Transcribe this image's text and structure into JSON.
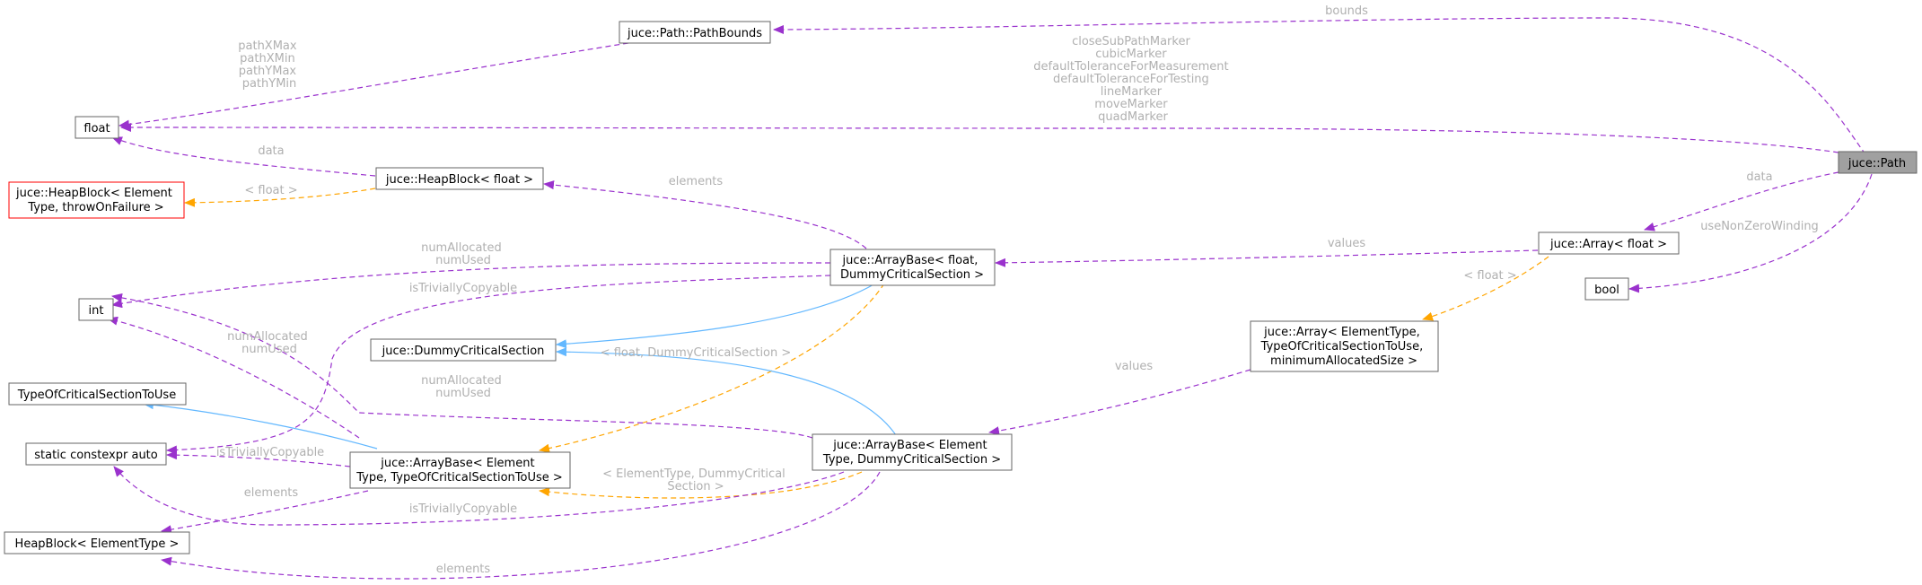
{
  "nodes": {
    "path": [
      "juce::Path"
    ],
    "pathbounds": [
      "juce::Path::PathBounds"
    ],
    "float": [
      "float"
    ],
    "heapblock_generic": [
      "juce::HeapBlock< Element",
      "Type, throwOnFailure >"
    ],
    "heapblock_float": [
      "juce::HeapBlock< float >"
    ],
    "int": [
      "int"
    ],
    "array_float": [
      "juce::Array< float >"
    ],
    "bool": [
      "bool"
    ],
    "arraybase_float": [
      "juce::ArrayBase< float,",
      "DummyCriticalSection >"
    ],
    "dummy_cs": [
      "juce::DummyCriticalSection"
    ],
    "type_cs": [
      "TypeOfCriticalSectionToUse"
    ],
    "static_constexpr": [
      "static constexpr auto"
    ],
    "array_generic": [
      "juce::Array< ElementType,",
      "TypeOfCriticalSectionToUse,",
      "minimumAllocatedSize >"
    ],
    "arraybase_generic": [
      "juce::ArrayBase< Element",
      "Type, TypeOfCriticalSectionToUse >"
    ],
    "arraybase_dummy": [
      "juce::ArrayBase< Element",
      "Type, DummyCriticalSection >"
    ],
    "heapblock_elementtype": [
      "HeapBlock< ElementType >"
    ]
  },
  "edge_labels": {
    "bounds": [
      "bounds"
    ],
    "pathbounds_float": [
      "pathXMax",
      "pathXMin",
      "pathYMax",
      "pathYMin"
    ],
    "path_float": [
      "closeSubPathMarker",
      "cubicMarker",
      "defaultToleranceForMeasurement",
      "defaultToleranceForTesting",
      "lineMarker",
      "moveMarker",
      "quadMarker"
    ],
    "heapblock_data": [
      "data"
    ],
    "heapblock_tmpl": [
      "< float >"
    ],
    "arraybase_elements": [
      "elements"
    ],
    "path_data": [
      "data"
    ],
    "usenonzero": [
      "useNonZeroWinding"
    ],
    "array_values": [
      "values"
    ],
    "ab_float_int": [
      "numAllocated",
      "numUsed"
    ],
    "ab_float_trivially": [
      "isTriviallyCopyable"
    ],
    "array_tmpl": [
      "< float >"
    ],
    "ab_dummy_tmpl": [
      "< float, DummyCriticalSection >"
    ],
    "array_generic_values": [
      "values"
    ],
    "ab_generic_int": [
      "numAllocated",
      "numUsed"
    ],
    "ab_dummy_int": [
      "numAllocated",
      "numUsed"
    ],
    "ab_generic_trivially": [
      "isTriviallyCopyable"
    ],
    "ab_generic_tmpl": [
      "< ElementType, DummyCritical",
      "Section >"
    ],
    "ab_generic_elements": [
      "elements"
    ],
    "ab_dummy_trivially": [
      "isTriviallyCopyable"
    ],
    "ab_dummy_elements": [
      "elements"
    ]
  },
  "colors": {
    "usage_edge": "#9a32cd",
    "template_edge": "#ffa500",
    "inheritance_edge": "#63b8ff",
    "root_fill": "#a0a0a0",
    "missing_border": "#ff0000",
    "edge_label": "#b0b0b0"
  }
}
